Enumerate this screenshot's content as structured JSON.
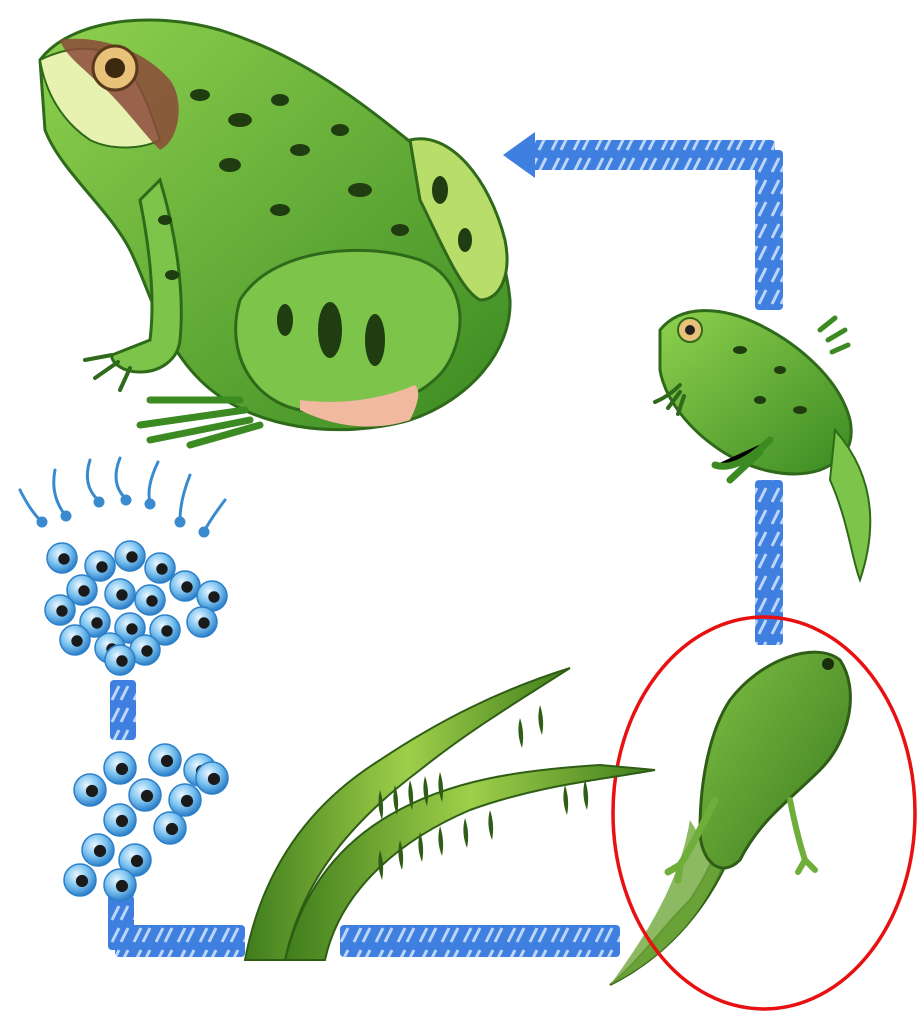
{
  "diagram": {
    "stages": [
      {
        "id": "adult-frog",
        "kind": "adult"
      },
      {
        "id": "froglet",
        "kind": "froglet with tail"
      },
      {
        "id": "tadpole-with-legs",
        "kind": "tadpole with hind and front legs",
        "highlighted": true
      },
      {
        "id": "tadpoles-on-leaves",
        "kind": "young tadpoles hanging from water plants"
      },
      {
        "id": "egg-cluster-lower",
        "kind": "developing eggs"
      },
      {
        "id": "egg-cluster-upper",
        "kind": "eggs (spawn)"
      },
      {
        "id": "hatchlings",
        "kind": "hatching larvae"
      }
    ],
    "cycle_direction": "counter-clockwise",
    "colors": {
      "arrow": "#3f7fe0",
      "arrow_light": "#a9c8f5",
      "frog_green": "#5fb83a",
      "frog_dark": "#2f6a1a",
      "frog_light": "#cfe87a",
      "egg_blue": "#5aaee8",
      "leaf_green": "#6fa82c",
      "highlight_ring": "#e81010"
    }
  }
}
